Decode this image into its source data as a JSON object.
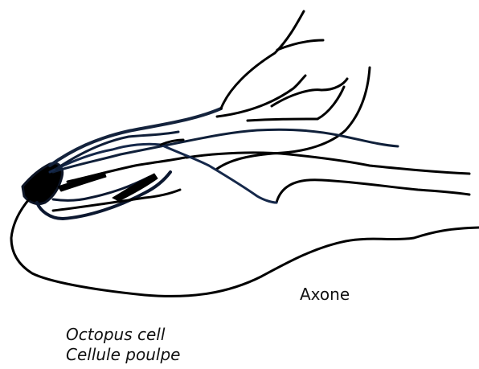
{
  "labels": {
    "axon": "Axone"
  },
  "caption": {
    "line1": "Octopus cell",
    "line2": "Cellule poulpe"
  },
  "colors": {
    "stroke": "#000000",
    "highlight": "#1e3355",
    "background": "#ffffff"
  }
}
